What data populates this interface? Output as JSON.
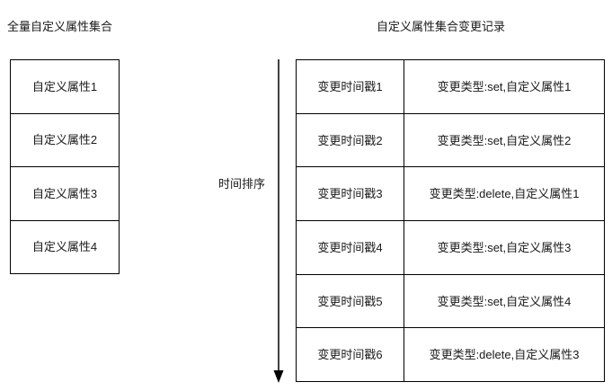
{
  "diagram": {
    "background_color": "#ffffff",
    "line_color": "#000000",
    "text_color": "#1a1a1a"
  },
  "left_panel": {
    "title": "全量自定义属性集合",
    "rows": [
      {
        "label": "自定义属性1"
      },
      {
        "label": "自定义属性2"
      },
      {
        "label": "自定义属性3"
      },
      {
        "label": "自定义属性4"
      }
    ]
  },
  "connector": {
    "label": "时间排序",
    "direction": "down",
    "arrow_icon": "arrow-down-icon"
  },
  "right_panel": {
    "title": "自定义属性集合变更记录",
    "rows": [
      {
        "timestamp": "变更时间戳1",
        "change": "变更类型:set,自定义属性1"
      },
      {
        "timestamp": "变更时间戳2",
        "change": "变更类型:set,自定义属性2"
      },
      {
        "timestamp": "变更时间戳3",
        "change": "变更类型:delete,自定义属性1"
      },
      {
        "timestamp": "变更时间戳4",
        "change": "变更类型:set,自定义属性3"
      },
      {
        "timestamp": "变更时间戳5",
        "change": "变更类型:set,自定义属性4"
      },
      {
        "timestamp": "变更时间戳6",
        "change": "变更类型:delete,自定义属性3"
      }
    ]
  }
}
